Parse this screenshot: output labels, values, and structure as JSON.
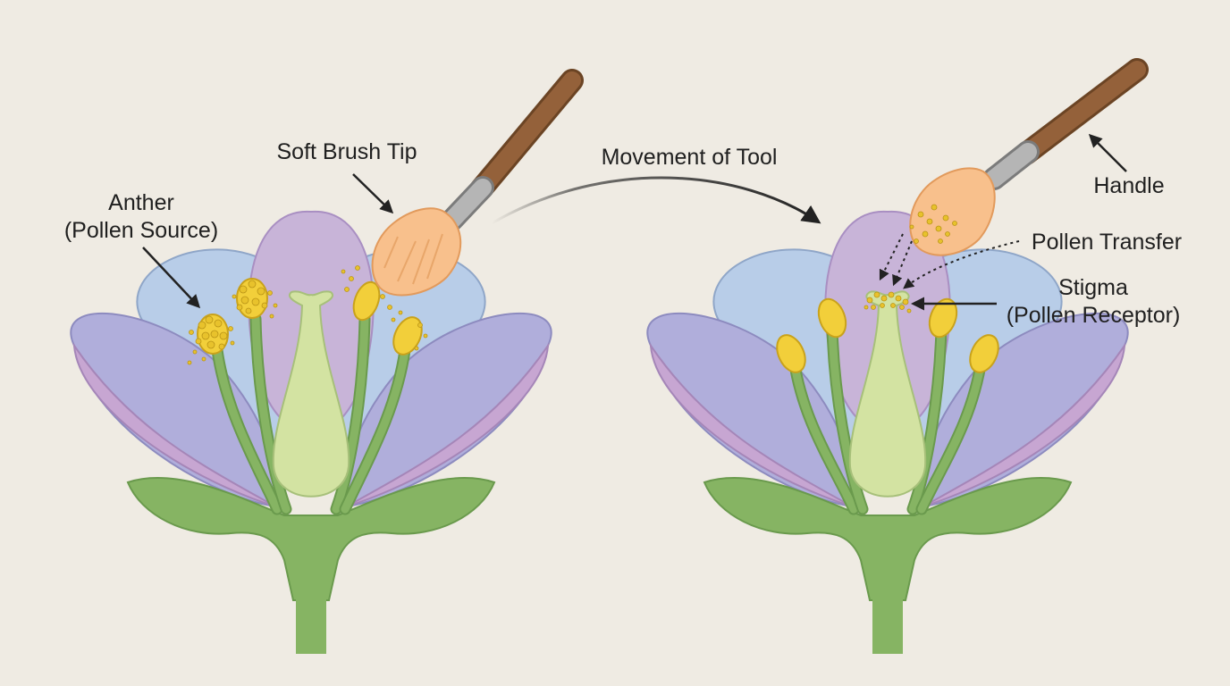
{
  "labels": {
    "brush_tip": "Soft Brush Tip",
    "anther_line1": "Anther",
    "anther_line2": "(Pollen Source)",
    "movement": "Movement of Tool",
    "handle": "Handle",
    "pollen_transfer": "Pollen Transfer",
    "stigma_line1": "Stigma",
    "stigma_line2": "(Pollen Receptor)"
  },
  "colors": {
    "background": "#efebe3",
    "petal_purple": "#c8b4d8",
    "petal_blue": "#b8cde8",
    "petal_lavender": "#b0aedb",
    "stem_green": "#86b463",
    "pistil_green": "#d3e3a2",
    "anther_yellow": "#f2cf3a",
    "pollen_yellow": "#e8c22c",
    "brush_tip_orange": "#f8c08c",
    "handle_brown": "#94613a",
    "ferrule_gray": "#a9a9a9",
    "arrow_dark": "#222222"
  },
  "icons": {
    "brush": "paintbrush-icon",
    "flower": "flower-cross-section-icon"
  }
}
